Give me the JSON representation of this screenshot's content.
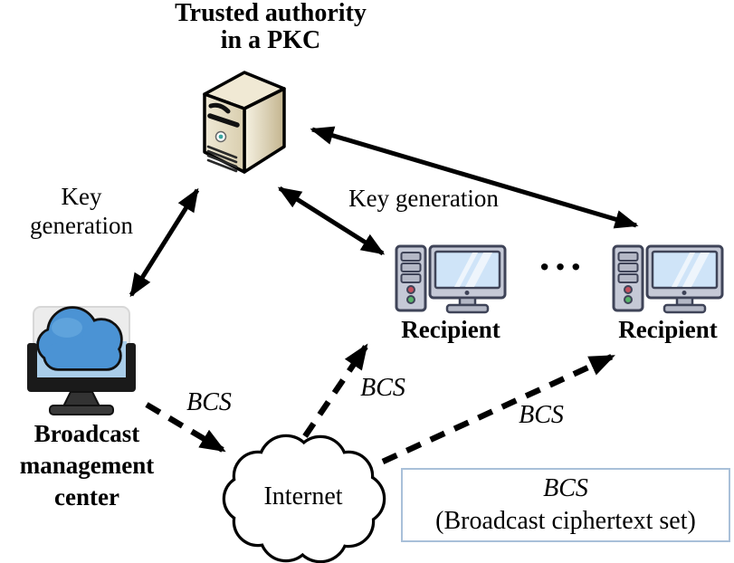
{
  "diagram": {
    "nodes": {
      "trusted_authority": {
        "label": "Trusted authority\nin a PKC",
        "icon": "server-icon"
      },
      "broadcast_center": {
        "label": "Broadcast\nmanagement\ncenter",
        "icon": "cloud-monitor-icon"
      },
      "recipient_1": {
        "label": "Recipient",
        "icon": "desktop-computer-icon"
      },
      "recipient_2": {
        "label": "Recipient",
        "icon": "desktop-computer-icon"
      },
      "internet": {
        "label": "Internet",
        "icon": "cloud-outline-icon"
      }
    },
    "edges": {
      "key_generation_left": {
        "label": "Key\ngeneration",
        "style": "solid-double-arrow"
      },
      "key_generation_right": {
        "label": "Key generation",
        "style": "solid-double-arrow"
      },
      "bcs_center_to_internet": {
        "label": "BCS",
        "style": "dashed-arrow"
      },
      "bcs_internet_to_recipient1": {
        "label": "BCS",
        "style": "dashed-arrow"
      },
      "bcs_internet_to_recipient2": {
        "label": "BCS",
        "style": "dashed-arrow"
      }
    },
    "ellipsis": "···",
    "legend": {
      "acronym": "BCS",
      "expansion": "(Broadcast ciphertext set)",
      "border_color": "#a9c0d9"
    },
    "colors": {
      "arrow_black": "#000000",
      "cloud_blue": "#4b93d4",
      "screen_light_blue": "#cfe4f8",
      "bmc_screen_blue": "#a9cde9",
      "server_beige": "#e6ddc1",
      "device_gray": "#c5c9d6",
      "device_outline": "#3f4458",
      "legend_border": "#a9c0d9"
    }
  }
}
